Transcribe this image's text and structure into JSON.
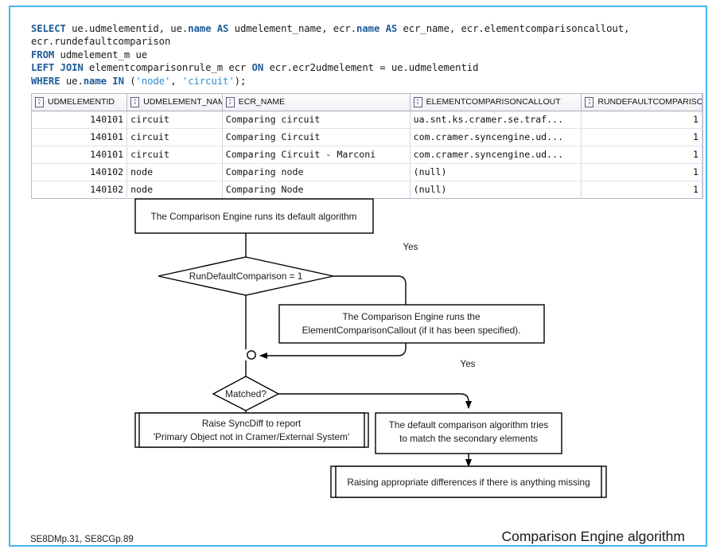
{
  "frame": {
    "border_color": "#41b6e6"
  },
  "sql": {
    "lines": [
      [
        {
          "t": "SELECT",
          "k": "kw"
        },
        {
          "t": " ue.udmelementid, ue.",
          "k": ""
        },
        {
          "t": "name",
          "k": "kw"
        },
        {
          "t": " ",
          "k": ""
        },
        {
          "t": "AS",
          "k": "kw"
        },
        {
          "t": " udmelement_name, ecr.",
          "k": ""
        },
        {
          "t": "name",
          "k": "kw"
        },
        {
          "t": " ",
          "k": ""
        },
        {
          "t": "AS",
          "k": "kw"
        },
        {
          "t": " ecr_name, ecr.elementcomparisoncallout,",
          "k": ""
        }
      ],
      [
        {
          "t": "ecr.rundefaultcomparison",
          "k": ""
        }
      ],
      [
        {
          "t": "FROM",
          "k": "kw"
        },
        {
          "t": " udmelement_m ue",
          "k": ""
        }
      ],
      [
        {
          "t": "LEFT JOIN",
          "k": "kw"
        },
        {
          "t": " elementcomparisonrule_m ecr ",
          "k": ""
        },
        {
          "t": "ON",
          "k": "kw"
        },
        {
          "t": " ecr.ecr2udmelement = ue.udmelementid",
          "k": ""
        }
      ],
      [
        {
          "t": "WHERE",
          "k": "kw"
        },
        {
          "t": " ue.",
          "k": ""
        },
        {
          "t": "name",
          "k": "kw"
        },
        {
          "t": " ",
          "k": ""
        },
        {
          "t": "IN",
          "k": "kw"
        },
        {
          "t": " (",
          "k": ""
        },
        {
          "t": "'node'",
          "k": "str"
        },
        {
          "t": ", ",
          "k": ""
        },
        {
          "t": "'circuit'",
          "k": "str"
        },
        {
          "t": ");",
          "k": ""
        }
      ]
    ]
  },
  "grid": {
    "sort_icon": "az-sort-icon",
    "columns": [
      {
        "label": "UDMELEMENTID",
        "align": "right",
        "width": "14.2%"
      },
      {
        "label": "UDMELEMENT_NAME",
        "align": "left",
        "width": "14.2%"
      },
      {
        "label": "ECR_NAME",
        "align": "left",
        "width": "28.0%"
      },
      {
        "label": "ELEMENTCOMPARISONCALLOUT",
        "align": "left",
        "width": "25.6%"
      },
      {
        "label": "RUNDEFAULTCOMPARISON",
        "align": "right",
        "width": "18.0%"
      }
    ],
    "rows": [
      [
        "140101",
        "circuit",
        "Comparing circuit",
        "ua.snt.ks.cramer.se.traf...",
        "1"
      ],
      [
        "140101",
        "circuit",
        "Comparing Circuit",
        "com.cramer.syncengine.ud...",
        "1"
      ],
      [
        "140101",
        "circuit",
        "Comparing Circuit - Marconi",
        "com.cramer.syncengine.ud...",
        "1"
      ],
      [
        "140102",
        "node",
        "Comparing node",
        "(null)",
        "1"
      ],
      [
        "140102",
        "node",
        "Comparing Node",
        "(null)",
        "1"
      ]
    ]
  },
  "flow": {
    "nodes": {
      "start": {
        "text": "The Comparison Engine runs its default algorithm"
      },
      "decision1": {
        "text": "RunDefaultComparison = 1"
      },
      "callout": {
        "line1": "The Comparison Engine runs the",
        "line2": "ElementComparisonCallout (if it has been specified)."
      },
      "decision2": {
        "text": "Matched?"
      },
      "syncdiff": {
        "line1": "Raise SyncDiff to report",
        "line2": "'Primary Object not in Cramer/External System'"
      },
      "secondary": {
        "line1": "The default comparison algorithm tries",
        "line2": "to match the secondary elements"
      },
      "raising": {
        "text": "Raising appropriate differences if there is anything missing"
      }
    },
    "labels": {
      "yes_top": "Yes",
      "yes_bottom": "Yes"
    }
  },
  "footer": {
    "left": "SE8DMp.31, SE8CGp.89",
    "right": "Comparison Engine algorithm"
  }
}
